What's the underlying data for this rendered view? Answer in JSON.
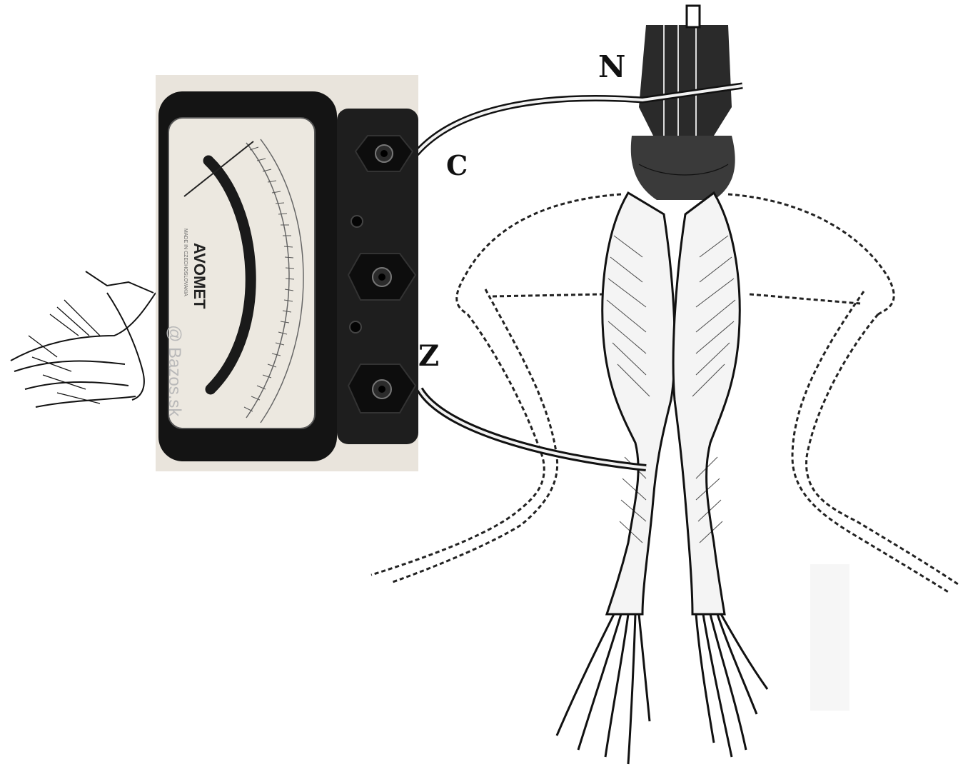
{
  "labels": {
    "nerve": "N",
    "conductor_c": "C",
    "conductor_z": "Z"
  },
  "meter": {
    "brand": "AVOMET",
    "made_in": "MADE IN CZECHOSLOVAKIA",
    "watermark": "@ Bazos.sk"
  },
  "colors": {
    "ink": "#111111",
    "meter_case": "#141414",
    "dial_face": "#ece8e0",
    "photo_bg": "#e9e4dc"
  }
}
